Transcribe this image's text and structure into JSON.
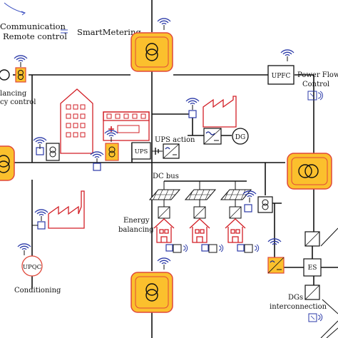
{
  "legend": {
    "communication": "Communication",
    "remote_control": "Remote control",
    "equals": "=",
    "smart_metering": "SmartMetering"
  },
  "labels": {
    "load_balancing_line1": "lancing",
    "load_balancing_line2": "cy control",
    "upfc_box": "UPFC",
    "power_flow_line1": "Power Flow",
    "power_flow_line2": "Control",
    "dg": "DG",
    "ups_box": "UPS",
    "ups_action": "UPS action",
    "dc_bus": "DC bus",
    "energy_balancing_line1": "Energy",
    "energy_balancing_line2": "balancing",
    "upqc_box": "UPQC",
    "conditioning": "Conditioning",
    "es_box": "ES",
    "dgs_line1": "DGs",
    "dgs_line2": "interconnection"
  },
  "colors": {
    "transformer_fill": "#fbc02d",
    "transformer_border": "#e0483a",
    "building_red": "#d21f26",
    "meter_blue": "#2b3aa8",
    "line_black": "#111111"
  }
}
